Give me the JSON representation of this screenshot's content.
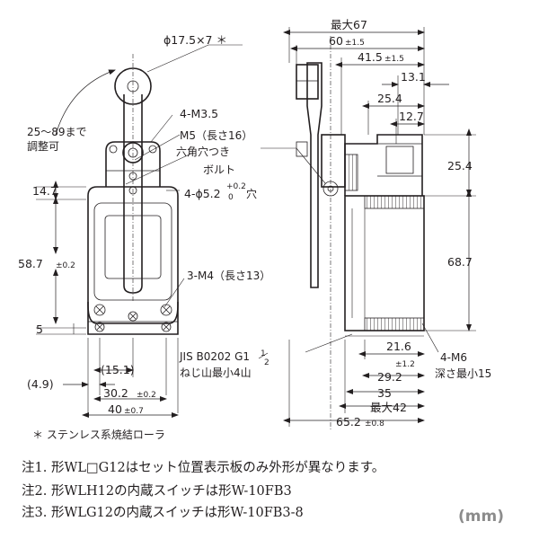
{
  "front": {
    "roller": "ϕ17.5×7 ＊",
    "angle_line1": "25～89まで",
    "angle_line2": "調整可",
    "m35": "4-M3.5",
    "m5_line1": "M5（長さ16）",
    "m5_line2": "六角穴つき",
    "m5_line3": "ボルト",
    "hole_prefix": "4-ϕ5.2",
    "hole_tol_up": "+0.2",
    "hole_tol_dn": "0",
    "hole_suffix": "穴",
    "d147": "14.7",
    "d587": "58.7",
    "d587_tol": "±0.2",
    "d5": "5",
    "m4": "3-M4（長さ13）",
    "d49": "(4.9)",
    "d151": "(15.1)",
    "d302": "30.2",
    "d302_tol": "±0.2",
    "d40": "40",
    "d40_tol": "±0.7"
  },
  "side": {
    "max67": "最大67",
    "d60": "60",
    "d60_tol": "±1.5",
    "d415": "41.5",
    "d415_tol": "±1.5",
    "d131": "13.1",
    "d254a": "25.4",
    "d127": "12.7",
    "d254b": "25.4",
    "d687": "68.7",
    "jis_a": "JIS B0202 G1",
    "jis_num": "1",
    "jis_den": "2",
    "jis_b": "ねじ山最小4山",
    "d216": "21.6",
    "d292": "29.2",
    "d292_tol": "±1.2",
    "d35": "35",
    "max42": "最大42",
    "d652": "65.2",
    "d652_tol": "±0.8",
    "m6_line1": "4-M6",
    "m6_line2": "深さ最小15"
  },
  "footnote": "＊ ステンレス系焼結ローラ",
  "notes": [
    "注1.  形WL□G12はセット位置表示板のみ外形が異なります。",
    "注2.  形WLH12の内蔵スイッチは形W-10FB3",
    "注3.  形WLG12の内蔵スイッチは形W-10FB3-8"
  ],
  "unit": "(mm)"
}
